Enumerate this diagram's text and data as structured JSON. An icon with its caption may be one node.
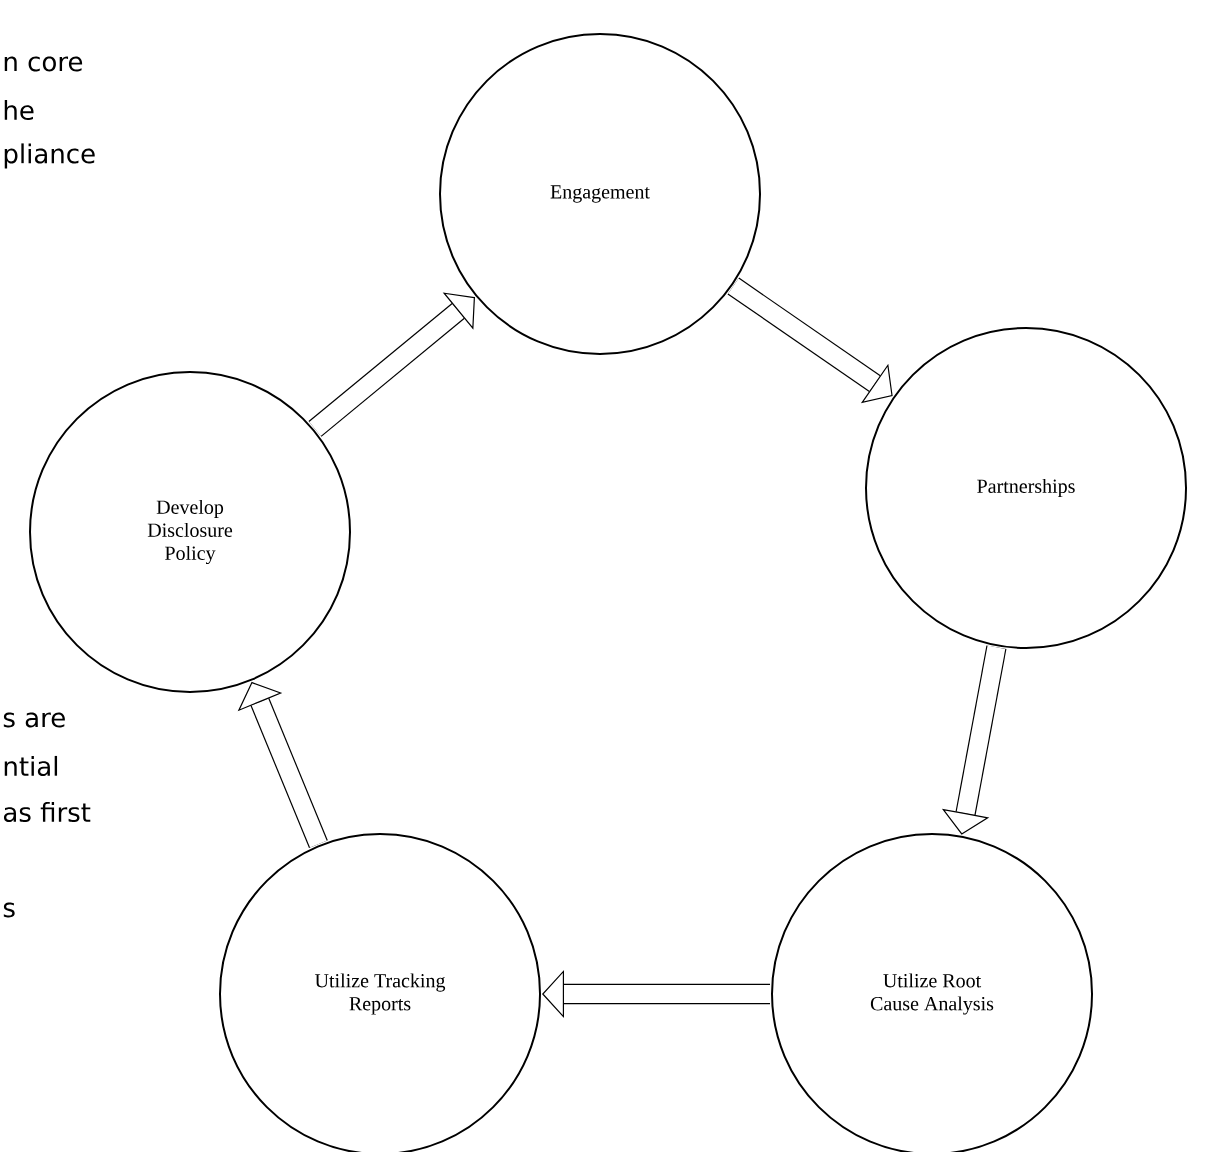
{
  "diagram": {
    "nodes": [
      {
        "text": [
          "Engagement"
        ]
      },
      {
        "text": [
          "Partnerships"
        ]
      },
      {
        "text": [
          "Utilize Root Cause Analysis"
        ]
      },
      {
        "text": [
          "Utilize Tracking Reports"
        ]
      },
      {
        "text": [
          "Develop Disclosure Policy"
        ]
      }
    ],
    "edges": [
      {
        "from": 0,
        "to": 1,
        "arrow": "to"
      },
      {
        "from": 1,
        "to": 2,
        "arrow": "to"
      },
      {
        "from": 2,
        "to": 3,
        "arrow": "to"
      },
      {
        "from": 3,
        "to": 4,
        "arrow": "to"
      },
      {
        "from": 4,
        "to": 0,
        "arrow": "to"
      }
    ],
    "labels": [
      "n core",
      "he",
      "pliance",
      "s are",
      "ntial",
      "as first",
      "s"
    ]
  }
}
